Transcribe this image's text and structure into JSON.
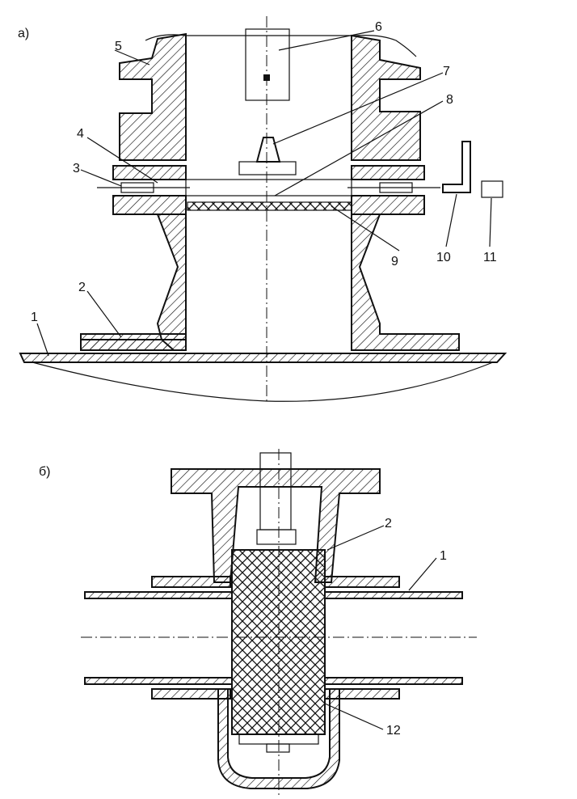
{
  "figure_a": {
    "label": "а)",
    "callouts": [
      "1",
      "2",
      "3",
      "4",
      "5",
      "6",
      "7",
      "8",
      "9",
      "10",
      "11"
    ]
  },
  "figure_b": {
    "label": "б)",
    "callouts": [
      "1",
      "2",
      "12"
    ]
  }
}
